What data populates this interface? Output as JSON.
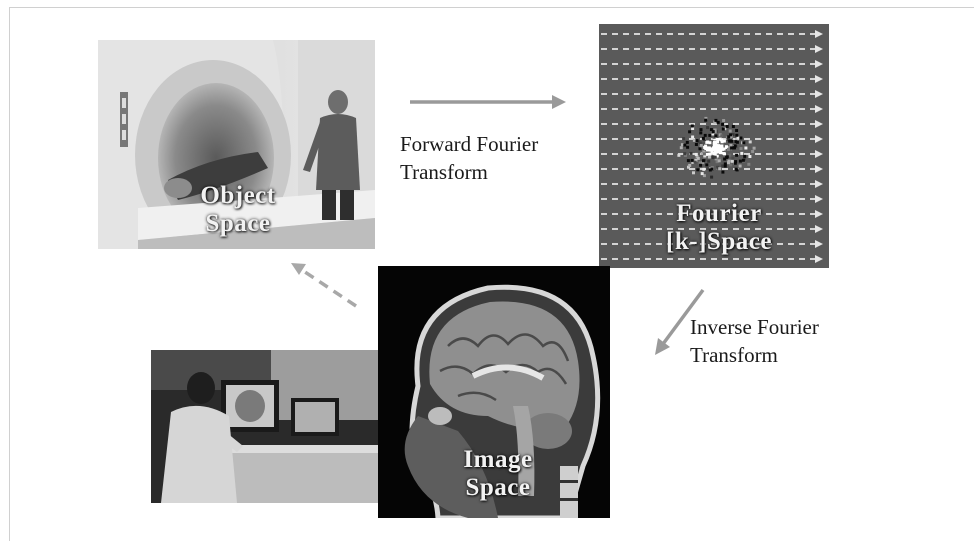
{
  "panels": {
    "object_space": {
      "label_line1": "Object",
      "label_line2": "Space"
    },
    "fourier_space": {
      "label_line1": "Fourier",
      "label_line2": "[k-]Space"
    },
    "image_space": {
      "label_line1": "Image",
      "label_line2": "Space"
    }
  },
  "arrows": {
    "forward": {
      "line1": "Forward Fourier",
      "line2": "Transform"
    },
    "inverse": {
      "line1": "Inverse Fourier",
      "line2": "Transform"
    }
  },
  "colors": {
    "arrow": "#9a9a9a",
    "caption_text": "#1a1a1a",
    "overlay_text": "#f2f2f2"
  }
}
